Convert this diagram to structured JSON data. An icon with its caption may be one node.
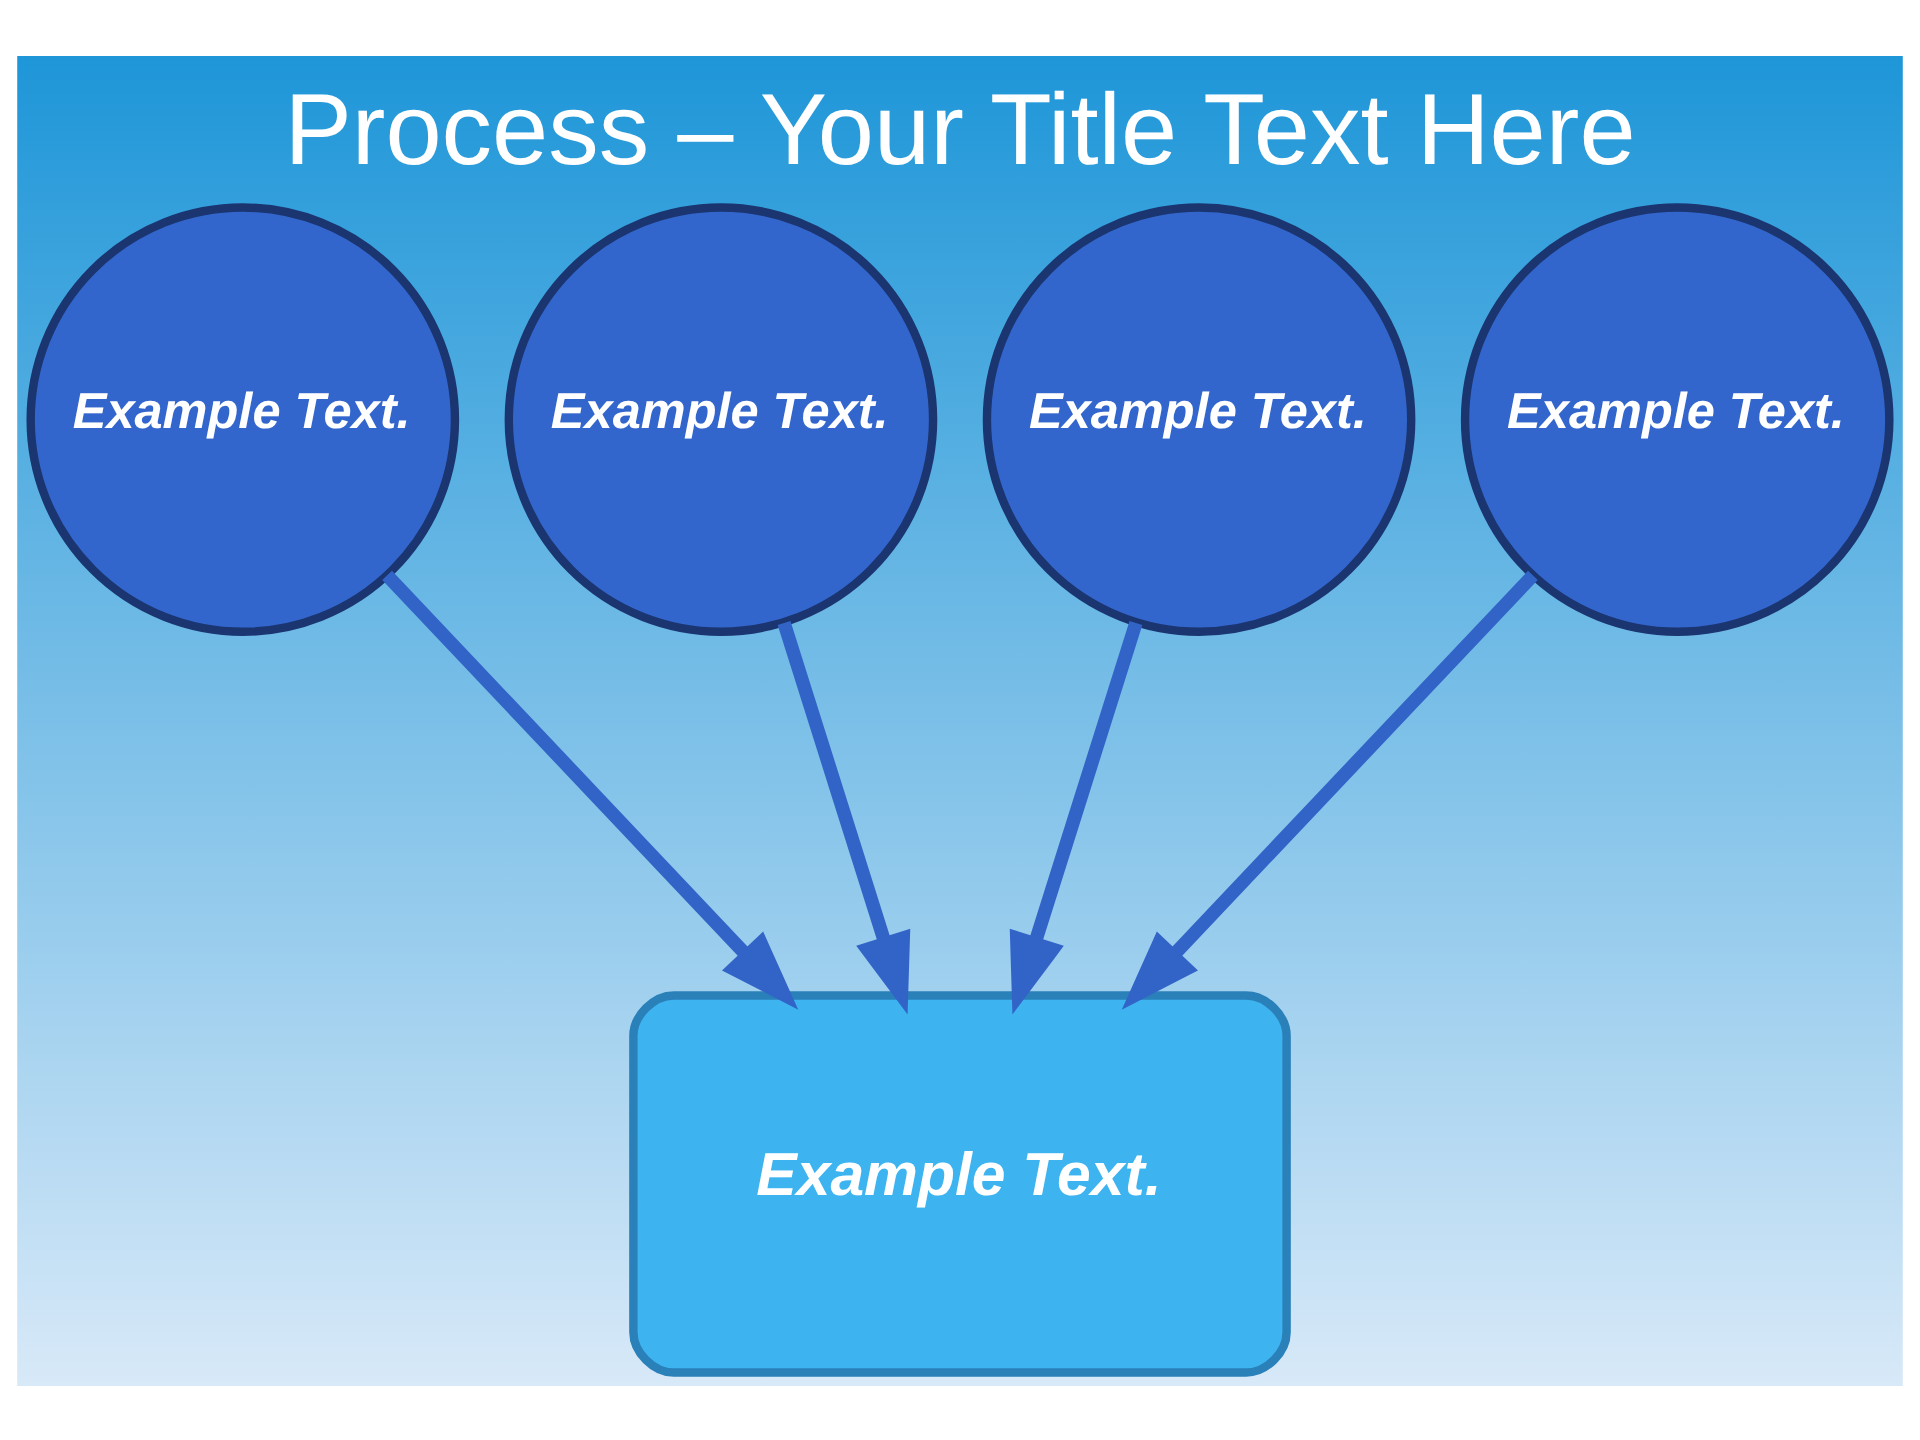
{
  "diagram": {
    "title": "Process – Your Title Text Here",
    "nodes": [
      {
        "text": [
          "Example Text."
        ]
      },
      {
        "text": [
          "Example Text."
        ]
      },
      {
        "text": [
          "Example Text."
        ]
      },
      {
        "text": [
          "Example Text."
        ]
      },
      {
        "text": [
          "Example Text."
        ]
      }
    ],
    "edges": [
      {
        "from": 0,
        "to": 4,
        "arrow": "to"
      },
      {
        "from": 1,
        "to": 4,
        "arrow": "to"
      },
      {
        "from": 2,
        "to": 4,
        "arrow": "to"
      },
      {
        "from": 3,
        "to": 4,
        "arrow": "to"
      }
    ]
  }
}
